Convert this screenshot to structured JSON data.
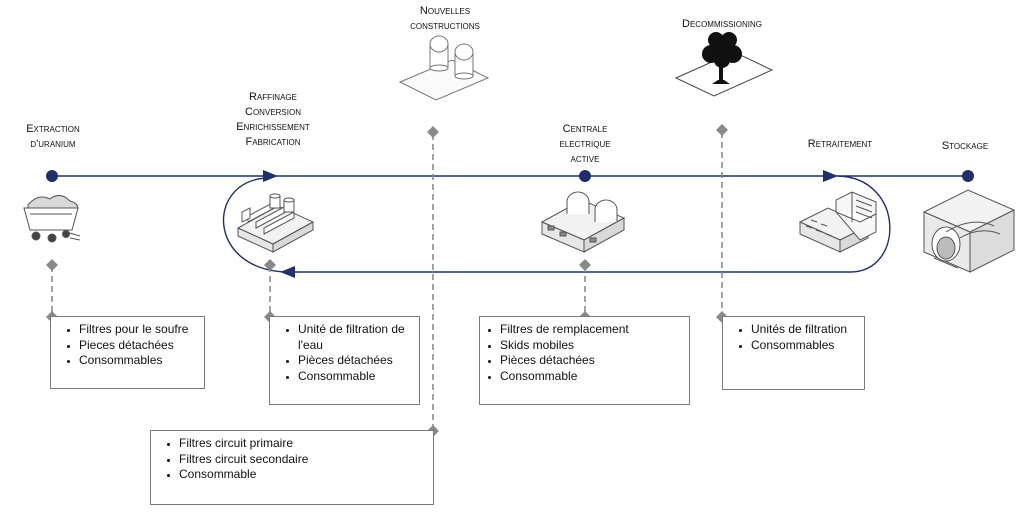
{
  "stages": [
    {
      "id": "extraction",
      "label": [
        "Extraction",
        "d'uranium"
      ]
    },
    {
      "id": "raffinage",
      "label": [
        "Raffinage",
        "Conversion",
        "Enrichissement",
        "Fabrication"
      ]
    },
    {
      "id": "nouvelles",
      "label": [
        "Nouvelles",
        "constructions"
      ]
    },
    {
      "id": "centrale",
      "label": [
        "Centrale",
        "electrique",
        "active"
      ]
    },
    {
      "id": "decommissioning",
      "label": [
        "Decommissioning"
      ]
    },
    {
      "id": "retraitement",
      "label": [
        "Retraitement"
      ]
    },
    {
      "id": "stockage",
      "label": [
        "Stockage"
      ]
    }
  ],
  "boxes": [
    {
      "id": "extraction",
      "items": [
        "Filtres pour le soufre",
        "Pieces détachées",
        "Consommables"
      ]
    },
    {
      "id": "raffinage",
      "items": [
        "Unité de filtration de l'eau",
        "Pièces détachées",
        "Consommable"
      ]
    },
    {
      "id": "centrale",
      "items": [
        "Filtres de remplacement",
        "Skids mobiles",
        "Pièces détachées",
        "Consommable"
      ]
    },
    {
      "id": "decommissioning",
      "items": [
        "Unités de filtration",
        "Consommables"
      ]
    },
    {
      "id": "nouvelles",
      "items": [
        "Filtres circuit primaire",
        "Filtres circuit secondaire",
        "Consommable"
      ]
    }
  ],
  "colors": {
    "flow_line": "#1f2f6b",
    "connector": "#8a8a8a",
    "box_border": "#7a7a7a",
    "icon_stroke": "#555555"
  },
  "icons": [
    "mine-cart-icon",
    "refinery-factory-icon",
    "new-plant-icon",
    "power-plant-icon",
    "tree-icon",
    "reprocessing-building-icon",
    "storage-tunnel-icon"
  ]
}
